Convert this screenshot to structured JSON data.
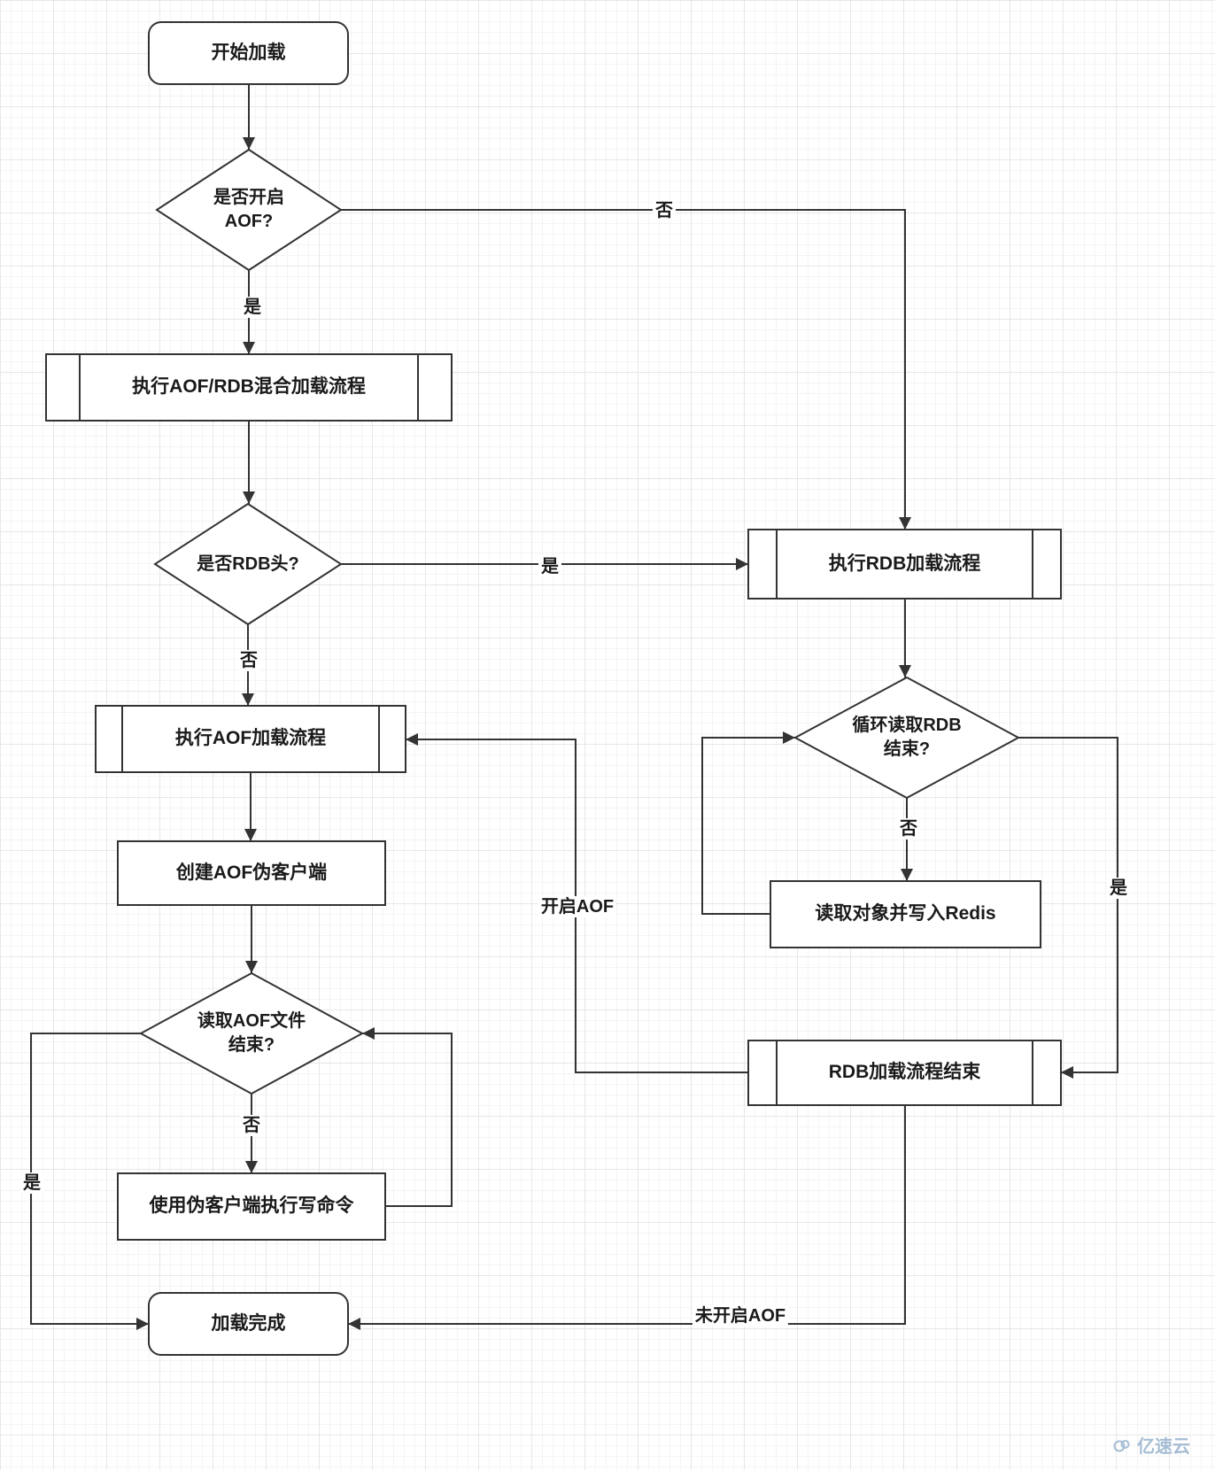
{
  "nodes": {
    "start": {
      "label": "开始加载"
    },
    "aof_check": {
      "label": "是否开启\nAOF?"
    },
    "mixed_load": {
      "label": "执行AOF/RDB混合加载流程"
    },
    "rdb_head_check": {
      "label": "是否RDB头?"
    },
    "aof_load": {
      "label": "执行AOF加载流程"
    },
    "create_pseudo_client": {
      "label": "创建AOF伪客户端"
    },
    "aof_read_done_check": {
      "label": "读取AOF文件\n结束?"
    },
    "exec_write_cmd": {
      "label": "使用伪客户端执行写命令"
    },
    "load_complete": {
      "label": "加载完成"
    },
    "rdb_load": {
      "label": "执行RDB加载流程"
    },
    "rdb_loop_done_check": {
      "label": "循环读取RDB\n结束?"
    },
    "read_obj_write_redis": {
      "label": "读取对象并写入Redis"
    },
    "rdb_load_done": {
      "label": "RDB加载流程结束"
    }
  },
  "edge_labels": {
    "aof_check_no": "否",
    "aof_check_yes": "是",
    "rdb_head_yes": "是",
    "rdb_head_no": "否",
    "aof_read_no": "否",
    "aof_read_yes": "是",
    "rdb_loop_no": "否",
    "rdb_loop_yes": "是",
    "aof_enabled": "开启AOF",
    "aof_disabled": "未开启AOF"
  },
  "colors": {
    "stroke": "#333333",
    "text": "#1a1a1a",
    "watermark": "#a6bdd4"
  },
  "watermark": {
    "text": "亿速云"
  }
}
